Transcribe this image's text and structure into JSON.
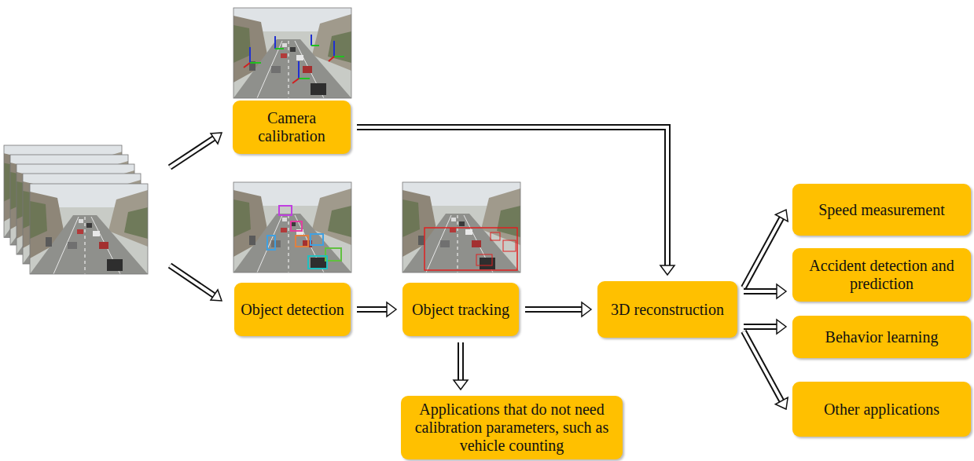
{
  "diagram": {
    "nodes": [
      {
        "text": [
          "Camera calibration"
        ]
      },
      {
        "text": [
          "Object detection"
        ]
      },
      {
        "text": [
          "Object tracking"
        ]
      },
      {
        "text": [
          "3D reconstruction"
        ]
      },
      {
        "text": [
          "Applications that do not need calibration parameters, such as vehicle counting"
        ]
      },
      {
        "text": [
          "Speed measurement"
        ]
      },
      {
        "text": [
          "Accident detection and prediction"
        ]
      },
      {
        "text": [
          "Behavior learning"
        ]
      },
      {
        "text": [
          "Other applications"
        ]
      }
    ],
    "edges": [
      {
        "from": 0,
        "to": 3,
        "arrow": "to"
      },
      {
        "from": 1,
        "to": 2,
        "arrow": "to"
      },
      {
        "from": 2,
        "to": 3,
        "arrow": "to"
      },
      {
        "from": 2,
        "to": 4,
        "arrow": "to"
      },
      {
        "from": 3,
        "to": 5,
        "arrow": "to"
      },
      {
        "from": 3,
        "to": 6,
        "arrow": "to"
      },
      {
        "from": 3,
        "to": 7,
        "arrow": "to"
      },
      {
        "from": 3,
        "to": 8,
        "arrow": "to"
      }
    ]
  }
}
